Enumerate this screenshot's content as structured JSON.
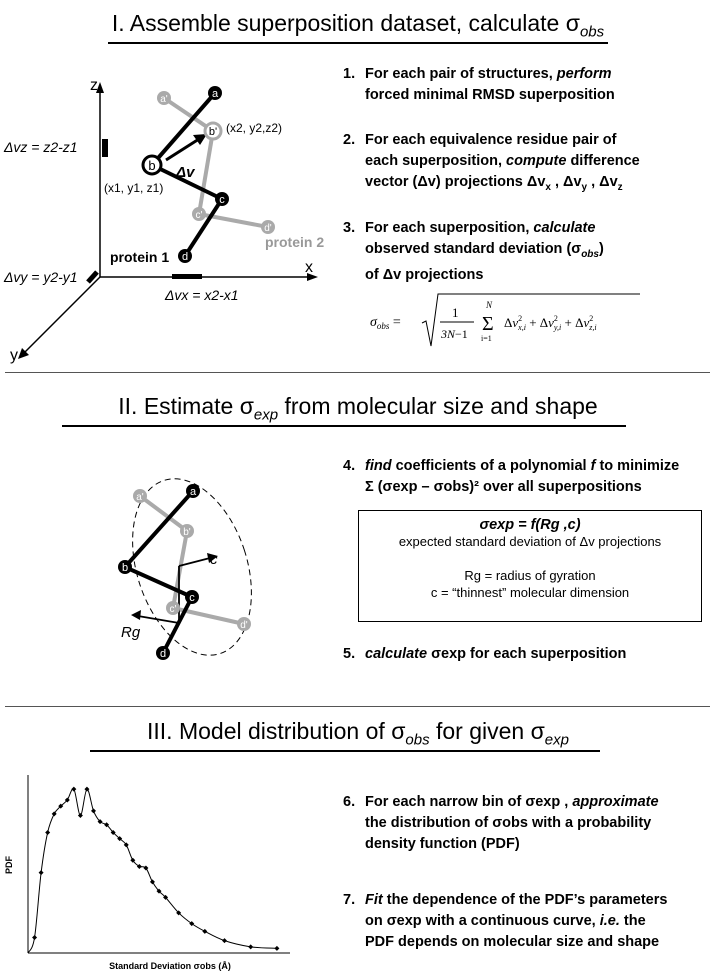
{
  "sections": [
    {
      "id": "I",
      "title": "I.  Assemble superposition dataset, calculate σ",
      "sub": "obs"
    },
    {
      "id": "II",
      "title_a": "II.  Estimate σ",
      "sub": "exp",
      "title_b": " from molecular size and shape"
    },
    {
      "id": "III",
      "title_a": "III.  Model distribution of σ",
      "sub1": "obs",
      "title_b": " for given σ",
      "sub2": "exp"
    }
  ],
  "steps": {
    "s1": {
      "num": "1.",
      "l1a": "For each pair of structures, ",
      "l1b": "perform",
      "l2": "forced minimal RMSD superposition"
    },
    "s2": {
      "num": "2.",
      "l1": "For each equivalence residue pair of",
      "l2a": "each superposition, ",
      "l2b": "compute",
      "l2c": " difference",
      "l3": "vector (Δv) projections Δv",
      "l3x": "x",
      "l3y": "y",
      "l3z": "z"
    },
    "s3": {
      "num": "3.",
      "l1a": "For each superposition, ",
      "l1b": "calculate",
      "l2a": "observed standard deviation (σ",
      "l2sub": "obs",
      "l2b": ")",
      "l3": "of Δv projections"
    },
    "s4": {
      "num": "4.",
      "l1a": "find",
      "l1b": " coefficients of a polynomial ",
      "l1c": "f",
      "l1d": " to minimize",
      "l2": "Σ (σexp – σobs)² over all superpositions"
    },
    "s5": {
      "num": "5.",
      "l1a": "calculate",
      "l1b": " σexp for each superposition"
    },
    "s6": {
      "num": "6.",
      "l1a": "For each narrow bin of σexp , ",
      "l1b": "approximate",
      "l2": "the distribution of σobs with a probability",
      "l3": "density function (PDF)"
    },
    "s7": {
      "num": "7.",
      "l1a": "Fit",
      "l1b": " the dependence of the PDF’s parameters",
      "l2a": "on σexp with a continuous curve, ",
      "l2b": "i.e.",
      "l2c": " the",
      "l3": "PDF depends on molecular size and shape"
    }
  },
  "formula_obs": "σobs = √( 1/(3N−1) Σ_{i=1}^{N} Δv²x,i + Δv²y,i + Δv²z,i )",
  "box": {
    "formula": "σexp = f(Rg ,c)",
    "line1": "expected standard deviation of Δv projections",
    "line2": "Rg = radius of gyration",
    "line3": "c = “thinnest” molecular dimension"
  },
  "diagram1": {
    "axis_z": "z",
    "axis_x": "x",
    "axis_y": "y",
    "dvz": "Δvz = z2-z1",
    "dvy": "Δvy = y2-y1",
    "dvx": "Δvx = x2-x1",
    "p2coord": "(x2, y2,z2)",
    "p1coord": "(x1, y1, z1)",
    "dv": "Δv",
    "protein1": "protein 1",
    "protein2": "protein 2",
    "nodes": [
      "a",
      "b",
      "c",
      "d",
      "a'",
      "b'",
      "c'",
      "d'"
    ]
  },
  "diagram2": {
    "rg": "Rg",
    "c": "c",
    "nodes": [
      "a",
      "b",
      "c",
      "d",
      "a'",
      "b'",
      "c'",
      "d'"
    ]
  },
  "chart_data": {
    "type": "scatter",
    "ylabel": "PDF",
    "xlabel": "Standard Deviation σobs (Å)",
    "x": [
      1,
      2,
      3,
      4,
      5,
      6,
      7,
      8,
      9,
      10,
      11,
      12,
      13,
      14,
      15,
      16,
      17,
      18,
      19,
      20,
      21,
      23,
      25,
      27,
      30,
      34,
      38
    ],
    "y": [
      0.1,
      0.52,
      0.78,
      0.9,
      0.95,
      0.99,
      1.06,
      0.89,
      1.06,
      0.92,
      0.85,
      0.83,
      0.78,
      0.74,
      0.7,
      0.6,
      0.56,
      0.55,
      0.46,
      0.4,
      0.36,
      0.26,
      0.19,
      0.14,
      0.08,
      0.04,
      0.03
    ],
    "curve_color": "#000000",
    "grid": false
  }
}
